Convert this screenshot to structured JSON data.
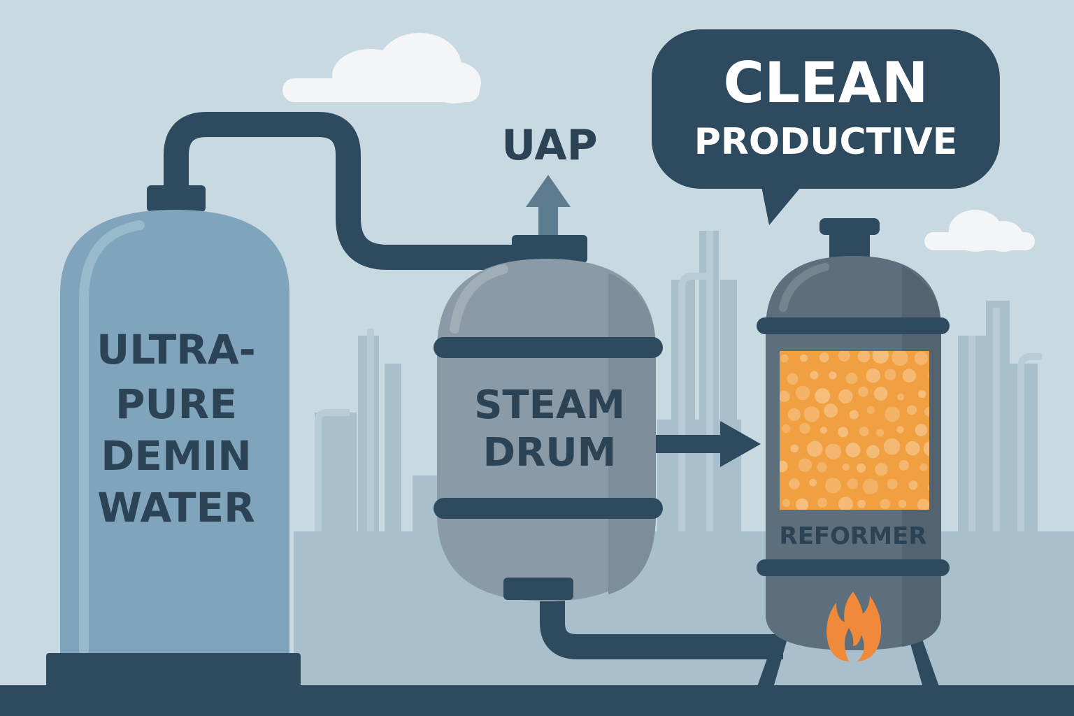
{
  "labels": {
    "tank_line_1": "ULTRA-",
    "tank_line_2": "PURE",
    "tank_line_3": "DEMIN",
    "tank_line_4": "WATER",
    "drum_line_1": "STEAM",
    "drum_line_2": "DRUM",
    "vent": "UAP",
    "reformer": "REFORMER",
    "bubble_line_1": "CLEAN",
    "bubble_line_2": "PRODUCTIVE"
  },
  "colors": {
    "sky": "#c9d9e1",
    "skyline": "#a9bfcc",
    "pipe": "#2e4a5e",
    "tank": "#7fa4bb",
    "drum": "#8a9aa6",
    "reformer": "#5d6f7c",
    "catalyst": "#f0a040",
    "flame": "#f08a3a",
    "cloud": "#f3f5f6",
    "text_dark": "#2b4354",
    "text_light": "#ffffff"
  },
  "icons": [
    "cloud-icon",
    "flame-icon",
    "arrow-up-icon",
    "arrow-right-icon"
  ]
}
